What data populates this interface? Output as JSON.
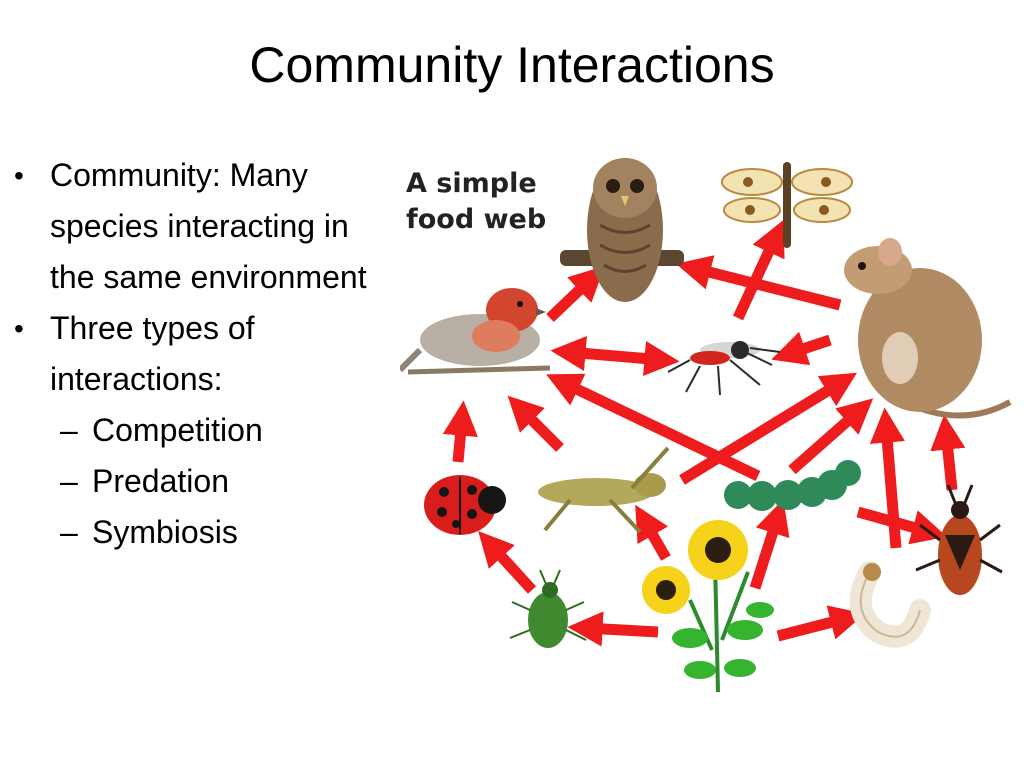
{
  "slide": {
    "title": "Community Interactions",
    "bullets": [
      {
        "text": "Community: Many species interacting in the same environment"
      },
      {
        "text": "Three types of interactions:"
      }
    ],
    "sub_bullets": [
      {
        "dash": "–",
        "text": "Competition"
      },
      {
        "dash": "–",
        "text": "Predation"
      },
      {
        "dash": "–",
        "text": "Symbiosis"
      }
    ],
    "bullet_glyph": "•"
  },
  "food_web": {
    "caption_line1": "A simple",
    "caption_line2": "food web",
    "arrow_color": "#ee1c1c",
    "organisms": [
      {
        "icon": "owl-icon"
      },
      {
        "icon": "dragonfly-icon"
      },
      {
        "icon": "mouse-icon"
      },
      {
        "icon": "finch-icon"
      },
      {
        "icon": "mosquito-icon"
      },
      {
        "icon": "ladybug-icon"
      },
      {
        "icon": "grasshopper-icon"
      },
      {
        "icon": "caterpillar-icon"
      },
      {
        "icon": "assassin-bug-icon"
      },
      {
        "icon": "aphid-icon"
      },
      {
        "icon": "sunflower-plant-icon"
      },
      {
        "icon": "grub-icon"
      }
    ]
  }
}
